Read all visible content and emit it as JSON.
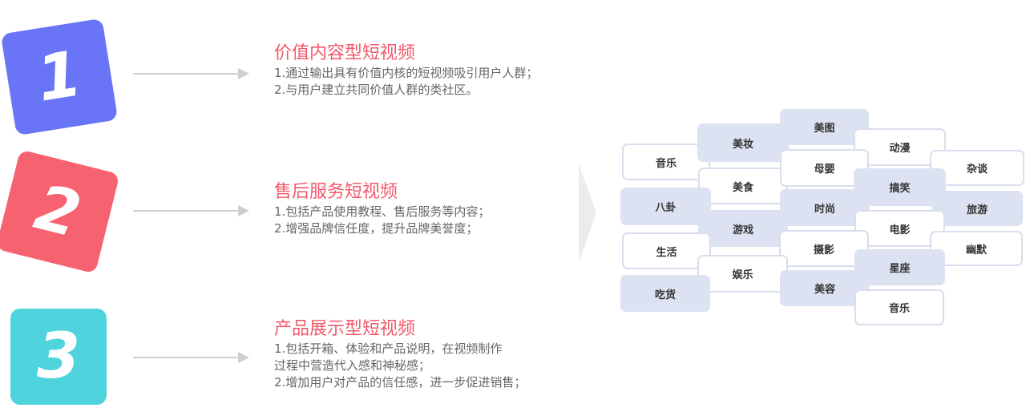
{
  "badges": [
    {
      "number": "1",
      "color": "#6a74f6"
    },
    {
      "number": "2",
      "color": "#f76270"
    },
    {
      "number": "3",
      "color": "#4fd3dd"
    }
  ],
  "sections": [
    {
      "title": "价值内容型短视频",
      "lines": [
        "1.通过输出具有价值内核的短视频吸引用户人群；",
        "2.与用户建立共同价值人群的类社区。"
      ]
    },
    {
      "title": "售后服务短视频",
      "lines": [
        "1.包括产品使用教程、售后服务等内容；",
        "2.增强品牌信任度，提升品牌美誉度；"
      ]
    },
    {
      "title": "产品展示型短视频",
      "lines": [
        "1.包括开箱、体验和产品说明，在视频制作",
        "过程中营造代入感和神秘感；",
        "2.增加用户对产品的信任感，进一步促进销售；"
      ]
    }
  ],
  "tags": [
    {
      "label": "音乐",
      "style": "outline"
    },
    {
      "label": "美妆",
      "style": "filled"
    },
    {
      "label": "美图",
      "style": "filled"
    },
    {
      "label": "动漫",
      "style": "outline"
    },
    {
      "label": "杂谈",
      "style": "outline"
    },
    {
      "label": "美食",
      "style": "outline"
    },
    {
      "label": "母婴",
      "style": "outline"
    },
    {
      "label": "八卦",
      "style": "filled"
    },
    {
      "label": "搞笑",
      "style": "filled"
    },
    {
      "label": "时尚",
      "style": "filled"
    },
    {
      "label": "旅游",
      "style": "filled"
    },
    {
      "label": "游戏",
      "style": "filled"
    },
    {
      "label": "电影",
      "style": "outline"
    },
    {
      "label": "生活",
      "style": "outline"
    },
    {
      "label": "幽默",
      "style": "outline"
    },
    {
      "label": "摄影",
      "style": "outline"
    },
    {
      "label": "星座",
      "style": "filled"
    },
    {
      "label": "娱乐",
      "style": "outline"
    },
    {
      "label": "吃货",
      "style": "filled"
    },
    {
      "label": "美容",
      "style": "filled"
    },
    {
      "label": "音乐",
      "style": "outline"
    }
  ]
}
